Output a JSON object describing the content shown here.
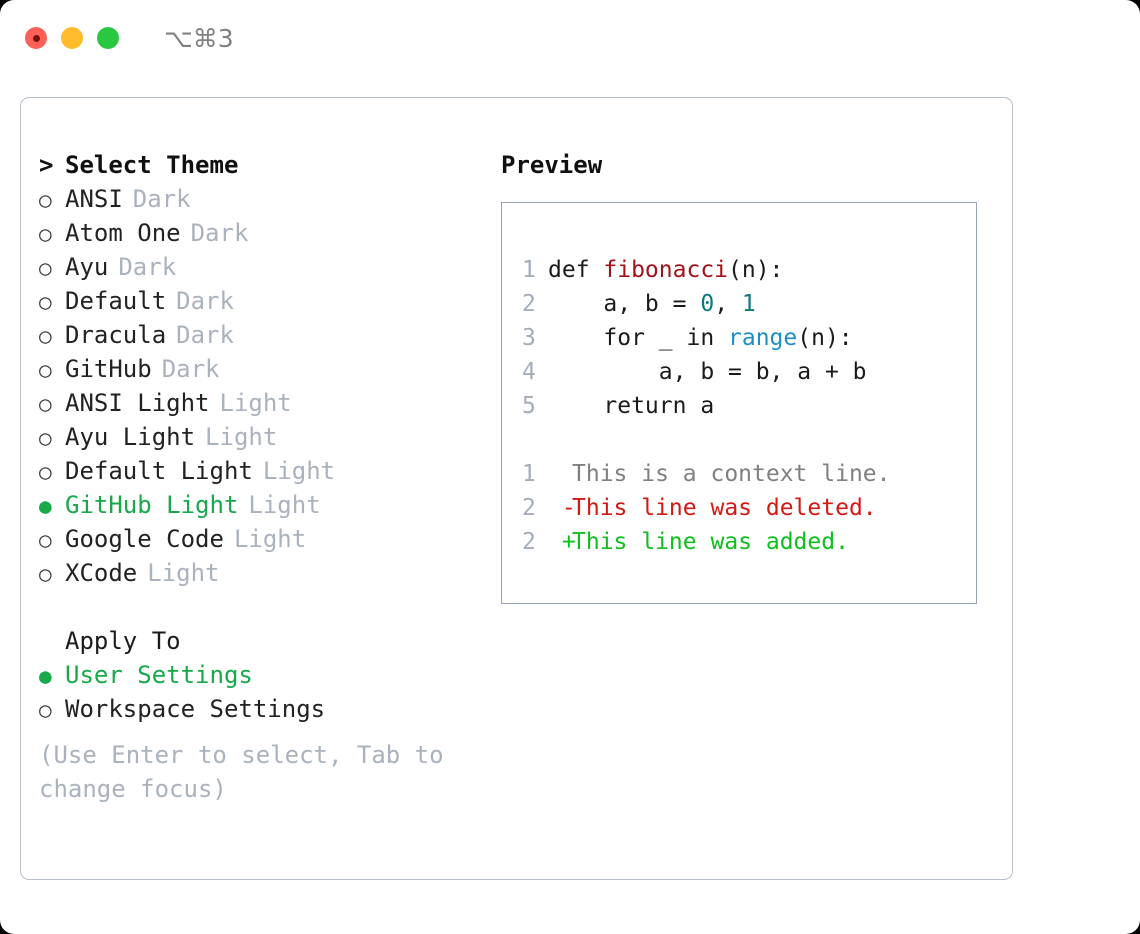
{
  "titlebar": {
    "traffic_lights": [
      {
        "name": "close",
        "color": "#ff6057"
      },
      {
        "name": "minimize",
        "color": "#ffbd2e"
      },
      {
        "name": "zoom",
        "color": "#28c840"
      }
    ],
    "shortcut": "⌥⌘3"
  },
  "theme_picker": {
    "heading": "Select Theme",
    "heading_marker": ">",
    "bullet_unselected": "○",
    "bullet_selected": "●",
    "items": [
      {
        "name": "ANSI",
        "tag": "Dark",
        "selected": false
      },
      {
        "name": "Atom One",
        "tag": "Dark",
        "selected": false
      },
      {
        "name": "Ayu",
        "tag": "Dark",
        "selected": false
      },
      {
        "name": "Default",
        "tag": "Dark",
        "selected": false
      },
      {
        "name": "Dracula",
        "tag": "Dark",
        "selected": false
      },
      {
        "name": "GitHub",
        "tag": "Dark",
        "selected": false
      },
      {
        "name": "ANSI Light",
        "tag": "Light",
        "selected": false
      },
      {
        "name": "Ayu Light",
        "tag": "Light",
        "selected": false
      },
      {
        "name": "Default Light",
        "tag": "Light",
        "selected": false
      },
      {
        "name": "GitHub Light",
        "tag": "Light",
        "selected": true
      },
      {
        "name": "Google Code",
        "tag": "Light",
        "selected": false
      },
      {
        "name": "XCode",
        "tag": "Light",
        "selected": false
      }
    ]
  },
  "apply_to": {
    "heading": "Apply To",
    "options": [
      {
        "label": "User Settings",
        "selected": true
      },
      {
        "label": "Workspace Settings",
        "selected": false
      }
    ]
  },
  "hint": "(Use Enter to select, Tab to change focus)",
  "preview": {
    "title": "Preview",
    "code_lines": [
      {
        "number": "1",
        "tokens": [
          {
            "text": "def ",
            "style": "plain"
          },
          {
            "text": "fibonacci",
            "style": "fn"
          },
          {
            "text": "(n):",
            "style": "plain"
          }
        ]
      },
      {
        "number": "2",
        "tokens": [
          {
            "text": "    a, b = ",
            "style": "plain"
          },
          {
            "text": "0",
            "style": "num"
          },
          {
            "text": ", ",
            "style": "plain"
          },
          {
            "text": "1",
            "style": "num"
          }
        ]
      },
      {
        "number": "3",
        "tokens": [
          {
            "text": "    for _ in ",
            "style": "plain"
          },
          {
            "text": "range",
            "style": "call"
          },
          {
            "text": "(n):",
            "style": "plain"
          }
        ]
      },
      {
        "number": "4",
        "tokens": [
          {
            "text": "        a, b = b, a + b",
            "style": "plain"
          }
        ]
      },
      {
        "number": "5",
        "tokens": [
          {
            "text": "    return a",
            "style": "plain"
          }
        ]
      }
    ],
    "diff_lines": [
      {
        "number": "1",
        "marker": " ",
        "text": "This is a context line.",
        "kind": "context"
      },
      {
        "number": "2",
        "marker": "-",
        "text": "This line was deleted.",
        "kind": "deleted"
      },
      {
        "number": "2",
        "marker": "+",
        "text": "This line was added.",
        "kind": "added"
      }
    ]
  },
  "colors": {
    "accent_green": "#17a94a",
    "added_green": "#0fbf1b",
    "deleted_red": "#d21a12",
    "function_red": "#a3121a",
    "number_teal": "#0b7a80",
    "call_blue": "#1c8fc4",
    "muted_gray": "#a9b2bd",
    "border": "#b6bfcb"
  }
}
